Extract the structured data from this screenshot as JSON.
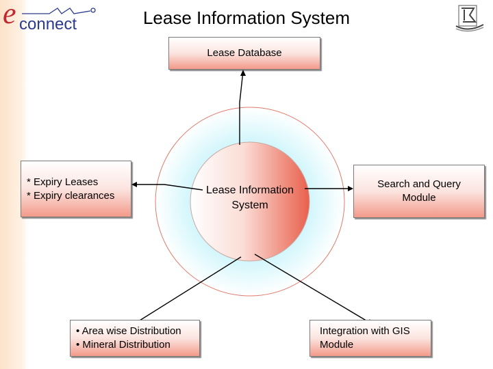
{
  "logo": {
    "letter": "e",
    "text": "connect"
  },
  "title": "Lease Information System",
  "hub": {
    "line1": "Lease Information",
    "line2": "System"
  },
  "nodes": {
    "database": {
      "label": "Lease Database"
    },
    "expiry": {
      "line1": "* Expiry Leases",
      "line2": "* Expiry clearances"
    },
    "search": {
      "line1": "Search and Query",
      "line2": "Module"
    },
    "distribution": {
      "line1": "• Area wise Distribution",
      "line2": "• Mineral Distribution"
    },
    "gis": {
      "line1": "Integration with GIS",
      "line2": "Module"
    }
  },
  "colors": {
    "accent": "#e8604c",
    "glow": "#c8f4fb",
    "ring": "#e07a6a",
    "logo_red": "#c0282d",
    "logo_blue": "#2a3a8c"
  },
  "icons": {
    "corner": "stacked-pages-logo"
  }
}
